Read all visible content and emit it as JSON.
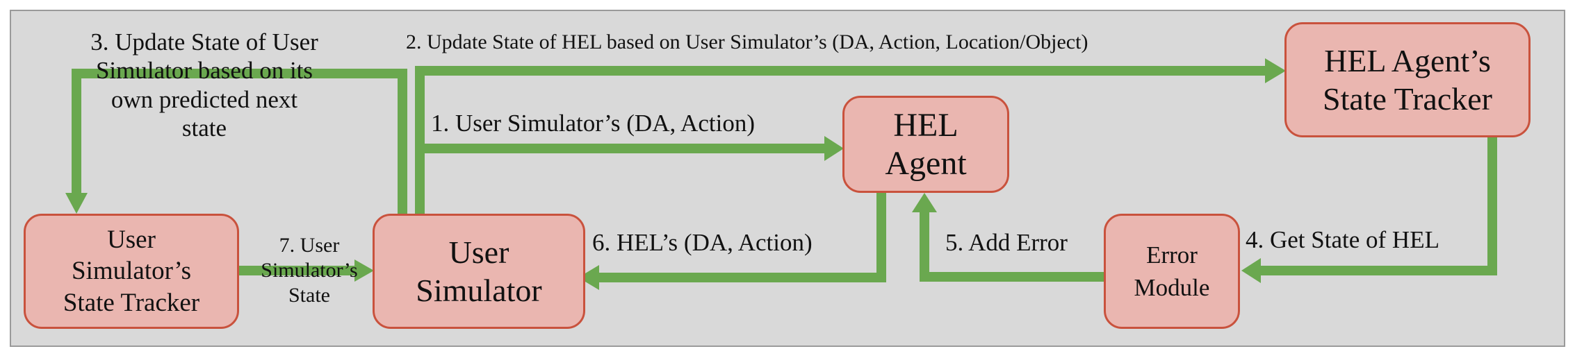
{
  "diagram": {
    "nodes": {
      "user_sim_tracker": "User\nSimulator’s\nState Tracker",
      "user_sim": "User\nSimulator",
      "hel_agent": "HEL\nAgent",
      "hel_tracker": "HEL Agent’s\nState Tracker",
      "error_module": "Error\nModule"
    },
    "edges": {
      "e1": "1. User Simulator’s (DA, Action)",
      "e2": "2. Update State of HEL based on User Simulator’s (DA, Action, Location/Object)",
      "e3": "3. Update State of User\nSimulator based on its\nown predicted next state",
      "e4": "4. Get State of HEL",
      "e5": "5. Add Error",
      "e6": "6. HEL’s (DA, Action)",
      "e7": "7. User\nSimulator’s\nState"
    },
    "colors": {
      "arrow": "#6aa84f",
      "node_fill": "#eab6b0",
      "node_border": "#c9523d",
      "background": "#d9d9d9"
    }
  }
}
